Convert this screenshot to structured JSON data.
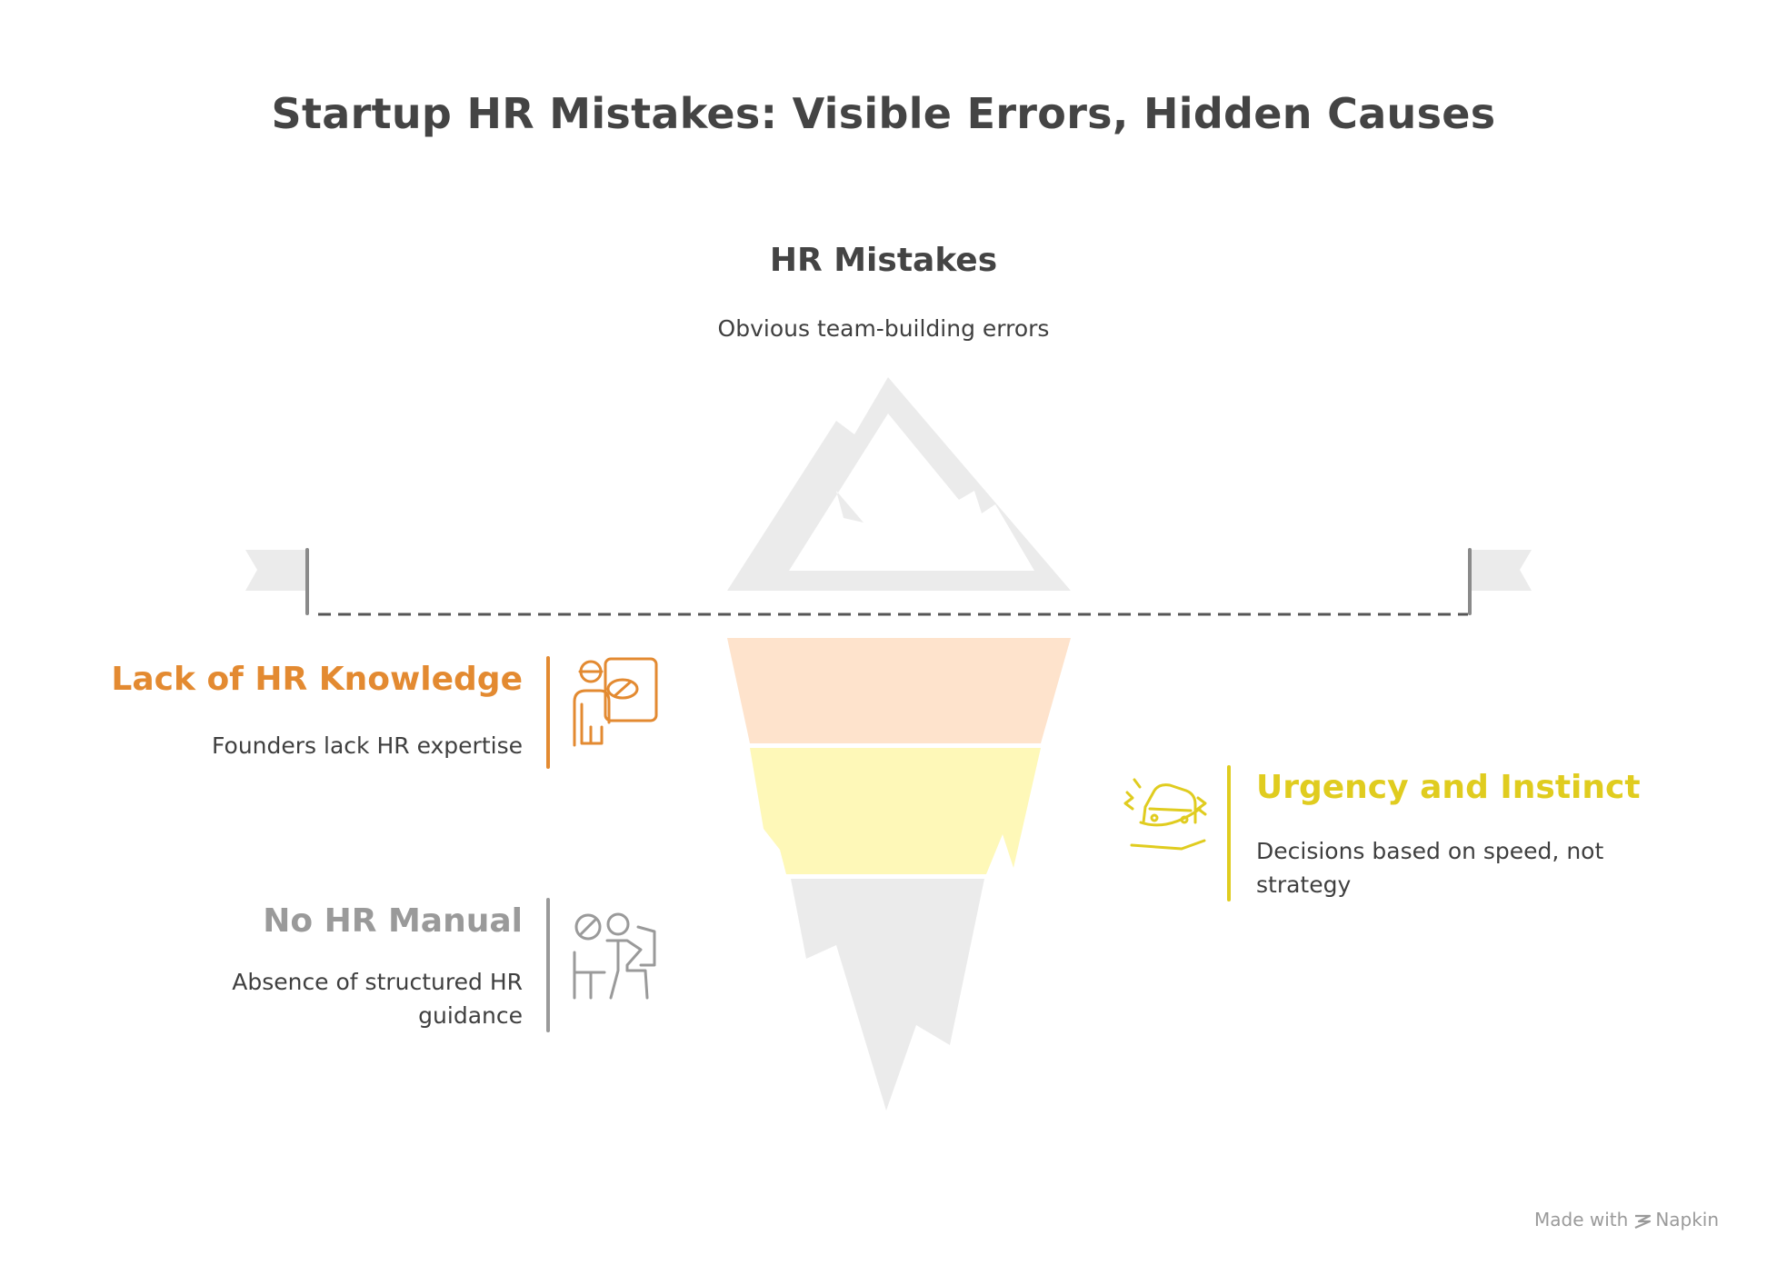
{
  "title": "Startup HR Mistakes: Visible Errors, Hidden Causes",
  "top": {
    "heading": "HR Mistakes",
    "description": "Obvious team-building errors"
  },
  "causes": [
    {
      "label": "Lack of HR Knowledge",
      "description": "Founders lack HR expertise",
      "color": "#e38a31",
      "icon": "trainer-presentation-icon"
    },
    {
      "label": "Urgency and Instinct",
      "description": "Decisions based on speed, not strategy",
      "color": "#e0cc1f",
      "icon": "car-skidding-icon"
    },
    {
      "label": "No HR Manual",
      "description": "Absence of structured HR guidance",
      "color": "#9a9a9a",
      "icon": "person-no-manual-icon"
    }
  ],
  "colors": {
    "iceberg_tip": "#ebebeb",
    "layer_orange": "#fee3cc",
    "layer_yellow": "#fef8b8",
    "layer_gray": "#ebebeb",
    "waterline": "#555555"
  },
  "footer": {
    "made_with": "Made with",
    "brand": "Napkin"
  }
}
